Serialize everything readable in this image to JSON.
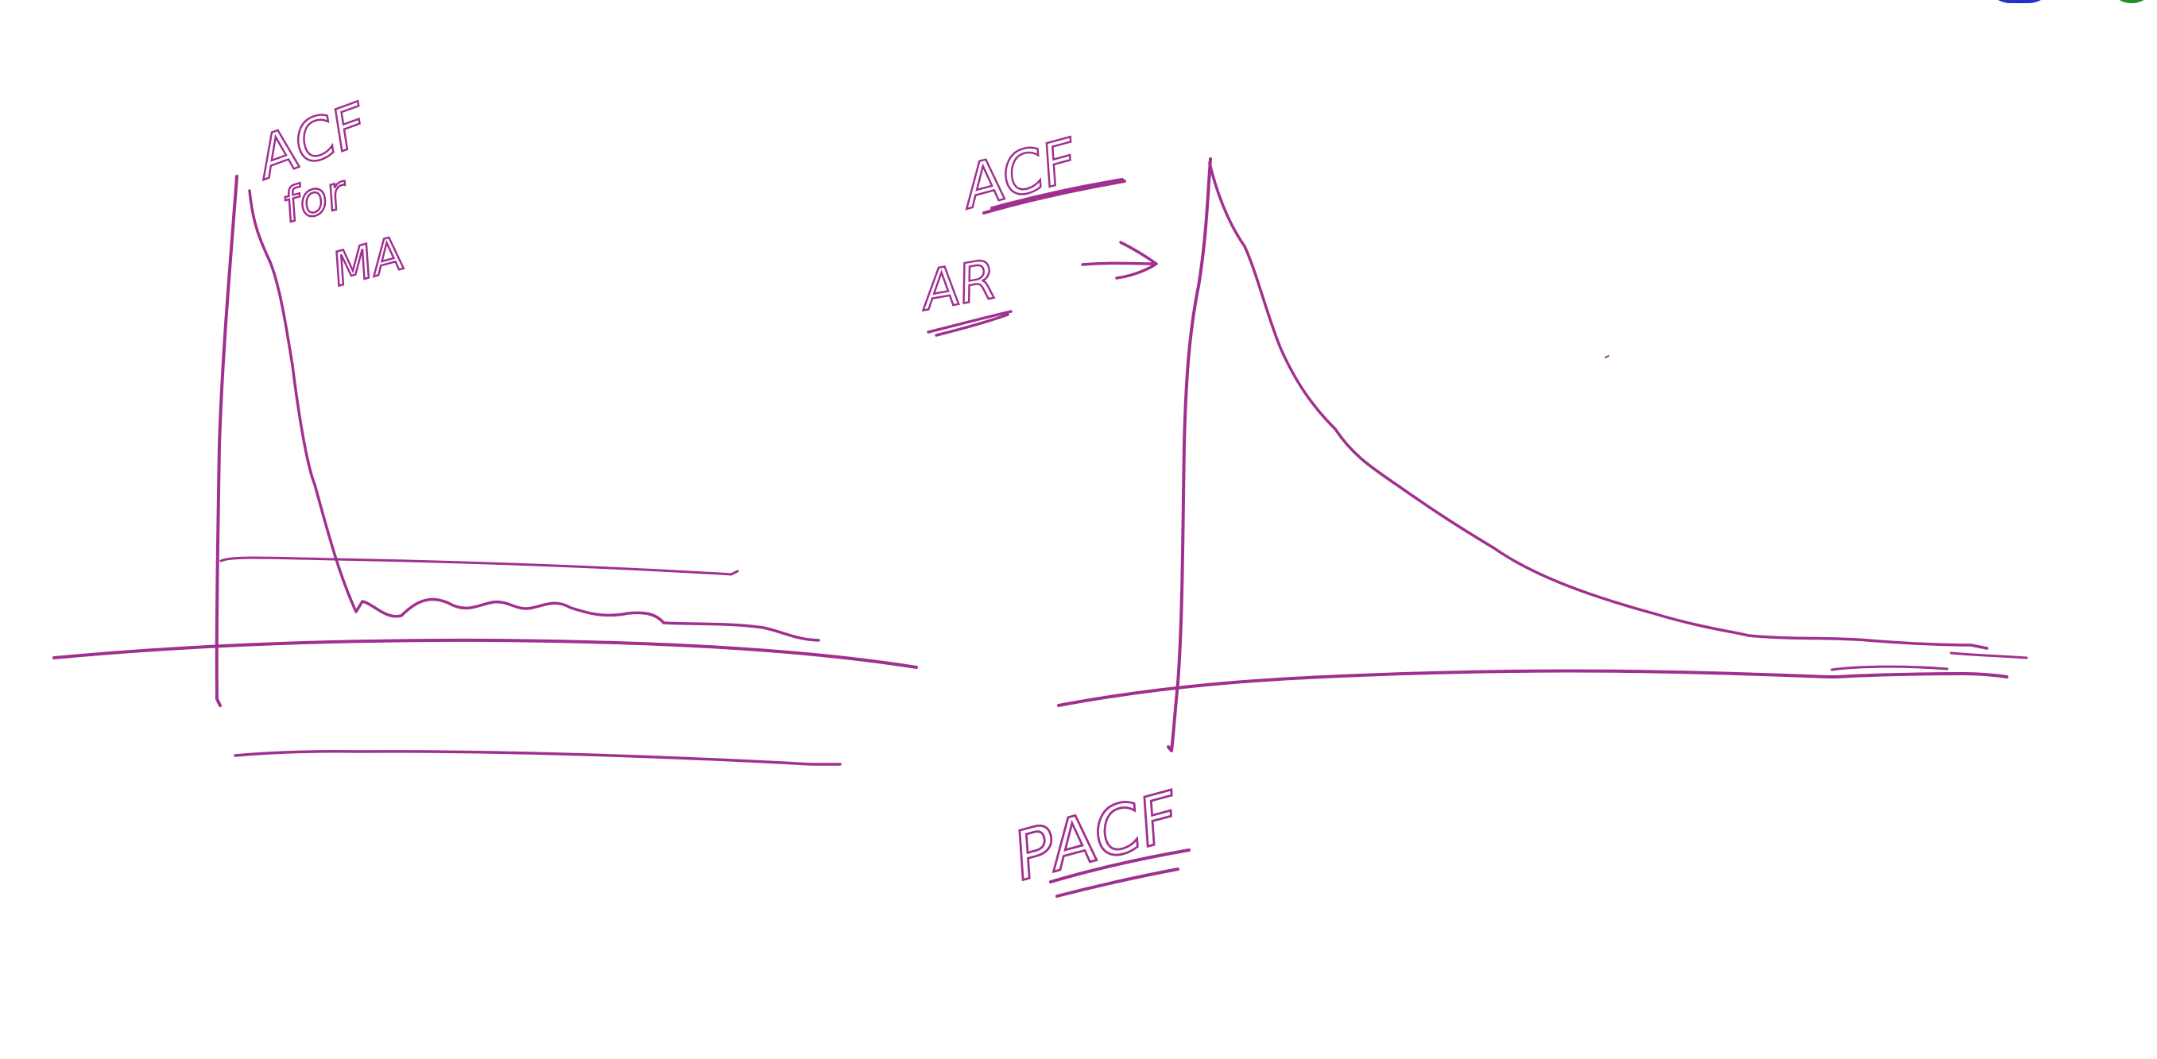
{
  "ink_color": "#a0308f",
  "indicator_colors": {
    "blue": "#2431c8",
    "green": "#1f8f2a"
  },
  "annotations": {
    "left_title": "ACF",
    "left_for": "for",
    "left_ma": "MA",
    "right_acf": "ACF",
    "right_ar": "AR",
    "right_arrow": "→",
    "pacf": "PACF"
  }
}
